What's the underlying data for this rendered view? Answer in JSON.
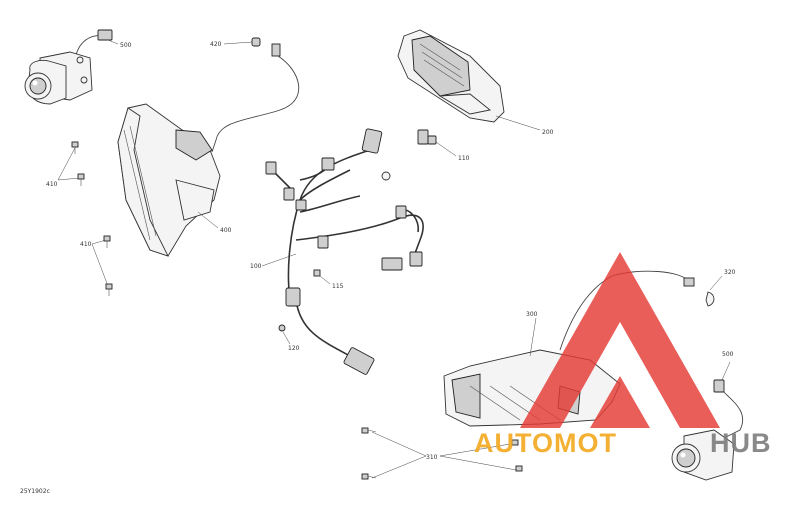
{
  "callouts": {
    "c100": "100",
    "c110": "110",
    "c115": "115",
    "c120": "120",
    "c200": "200",
    "c300": "300",
    "c310": "310",
    "c320": "320",
    "c400": "400",
    "c410a": "410",
    "c410b": "410",
    "c420": "420",
    "c500a": "500",
    "c500b": "500"
  },
  "drawing_id": "25Y1902c",
  "watermark": {
    "text_orange": "AUTOMOT",
    "text_gray": "HUB",
    "color_red": "#e63b36",
    "color_orange": "#f2a81d",
    "color_gray": "#7d7d7d"
  }
}
